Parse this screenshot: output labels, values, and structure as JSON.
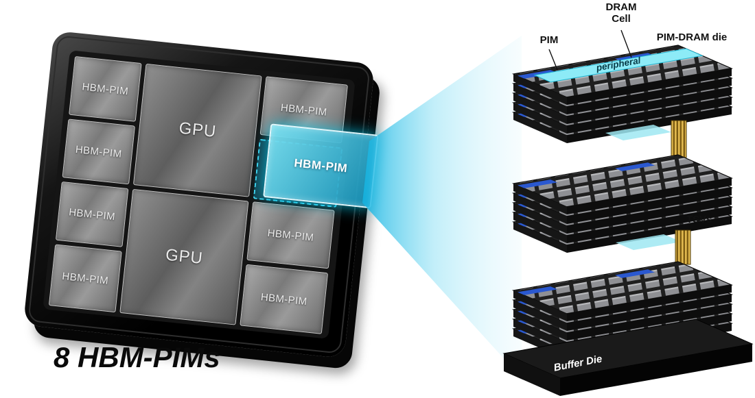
{
  "chip": {
    "caption": "8 HBM-PIMs",
    "left_blocks": [
      "HBM-PIM",
      "HBM-PIM",
      "HBM-PIM",
      "HBM-PIM"
    ],
    "gpu_top": "GPU",
    "gpu_bottom": "GPU",
    "right_blocks": [
      "HBM-PIM",
      "HBM-PIM",
      "HBM-PIM"
    ],
    "highlighted_block": "HBM-PIM"
  },
  "stack": {
    "pim_label": "PIM",
    "dram_cell_label": "DRAM\nCell",
    "pim_dram_die_label": "PIM-DRAM die",
    "peripheral_label": "peripheral",
    "tsvs_label": "TSVs",
    "buffer_die_label": "Buffer Die"
  },
  "colors": {
    "highlight_cyan": "#3fd0ea",
    "beam_cyan": "#29bce4",
    "tsv_gold": "#d9a63c",
    "bank_blue": "#2a58d0"
  }
}
